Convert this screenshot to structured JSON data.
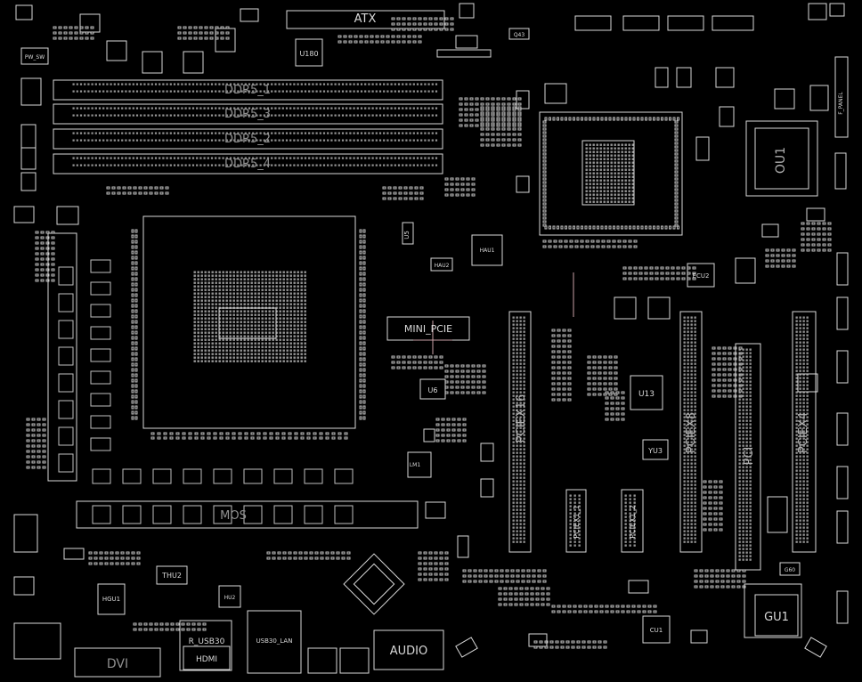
{
  "colors": {
    "background": "#000000",
    "outline": "#d9d9d9",
    "pad": "#bfbfbf",
    "dense_pad": "#9a9a9a",
    "highlight": "#c9a0a6"
  },
  "labels": {
    "atx": "ATX",
    "ddr5_1": "DDR5_1",
    "ddr5_3": "DDR5_3",
    "ddr5_2": "DDR5_2",
    "ddr5_4": "DDR5_4",
    "u180": "U180",
    "pw_sw": "PW_SW",
    "mini_pcie": "MINI_PCIE",
    "pciex16": "PCIEX16",
    "pciex8": "PCIEX8",
    "pciex4": "PCIEX4",
    "pci": "PCI",
    "pciex1_1": "PCIEX1_1",
    "pciex1_2": "PCIEX1_2",
    "ou1": "OU1",
    "gu1": "GU1",
    "u13": "U13",
    "u6": "U6",
    "yu3": "YU3",
    "ecu2": "ECU2",
    "lm1": "LM1",
    "hau1": "HAU1",
    "hau2": "HAU2",
    "thu2": "THU2",
    "hgu1": "HGU1",
    "hu2": "HU2",
    "cu1": "CU1",
    "r_usb30": "R_USB30",
    "usb30_lan": "USB30_LAN",
    "hdmi": "HDMI",
    "dvi": "DVI",
    "audio": "AUDIO",
    "mos": "MOS",
    "u5": "U5",
    "g60": "G60",
    "q43": "Q43",
    "f_panel": "F_PANEL"
  }
}
